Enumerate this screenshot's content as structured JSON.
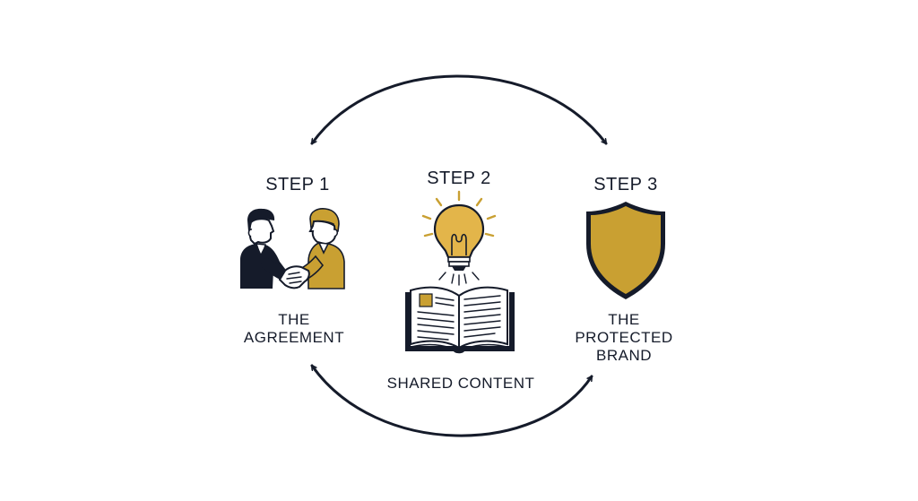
{
  "colors": {
    "navy": "#151b2a",
    "gold": "#c9a032",
    "gold_light": "#e3b54a",
    "skin": "#ffffff",
    "background": "#ffffff"
  },
  "cycle": {
    "top_arrow": "double-headed-arc-arrow",
    "bottom_arrow": "double-headed-arc-arrow"
  },
  "steps": [
    {
      "title": "STEP 1",
      "label_lines": [
        "THE",
        "AGREEMENT"
      ],
      "icon": "handshake-icon"
    },
    {
      "title": "STEP 2",
      "label_lines": [
        "SHARED CONTENT"
      ],
      "icon": "lightbulb-book-icon"
    },
    {
      "title": "STEP 3",
      "label_lines": [
        "THE",
        "PROTECTED",
        "BRAND"
      ],
      "icon": "shield-icon"
    }
  ]
}
